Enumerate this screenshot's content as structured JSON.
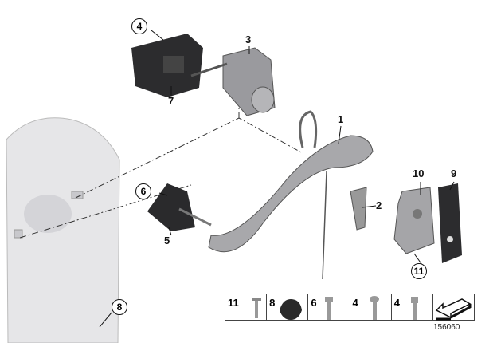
{
  "callouts": {
    "c1": "1",
    "c2": "2",
    "c3": "3",
    "c4": "4",
    "c5": "5",
    "c6": "6",
    "c7": "7",
    "c8": "8",
    "c9": "9",
    "c10": "10",
    "c11": "11"
  },
  "parts_table": [
    {
      "number": "11",
      "icon": "countersunk-screw-icon"
    },
    {
      "number": "8",
      "icon": "rubber-plug-icon"
    },
    {
      "number": "6",
      "icon": "hex-bolt-icon"
    },
    {
      "number": "4",
      "icon": "button-head-screw-icon"
    },
    {
      "number": "4",
      "icon": "socket-head-screw-icon"
    }
  ],
  "reference_number": "156060"
}
